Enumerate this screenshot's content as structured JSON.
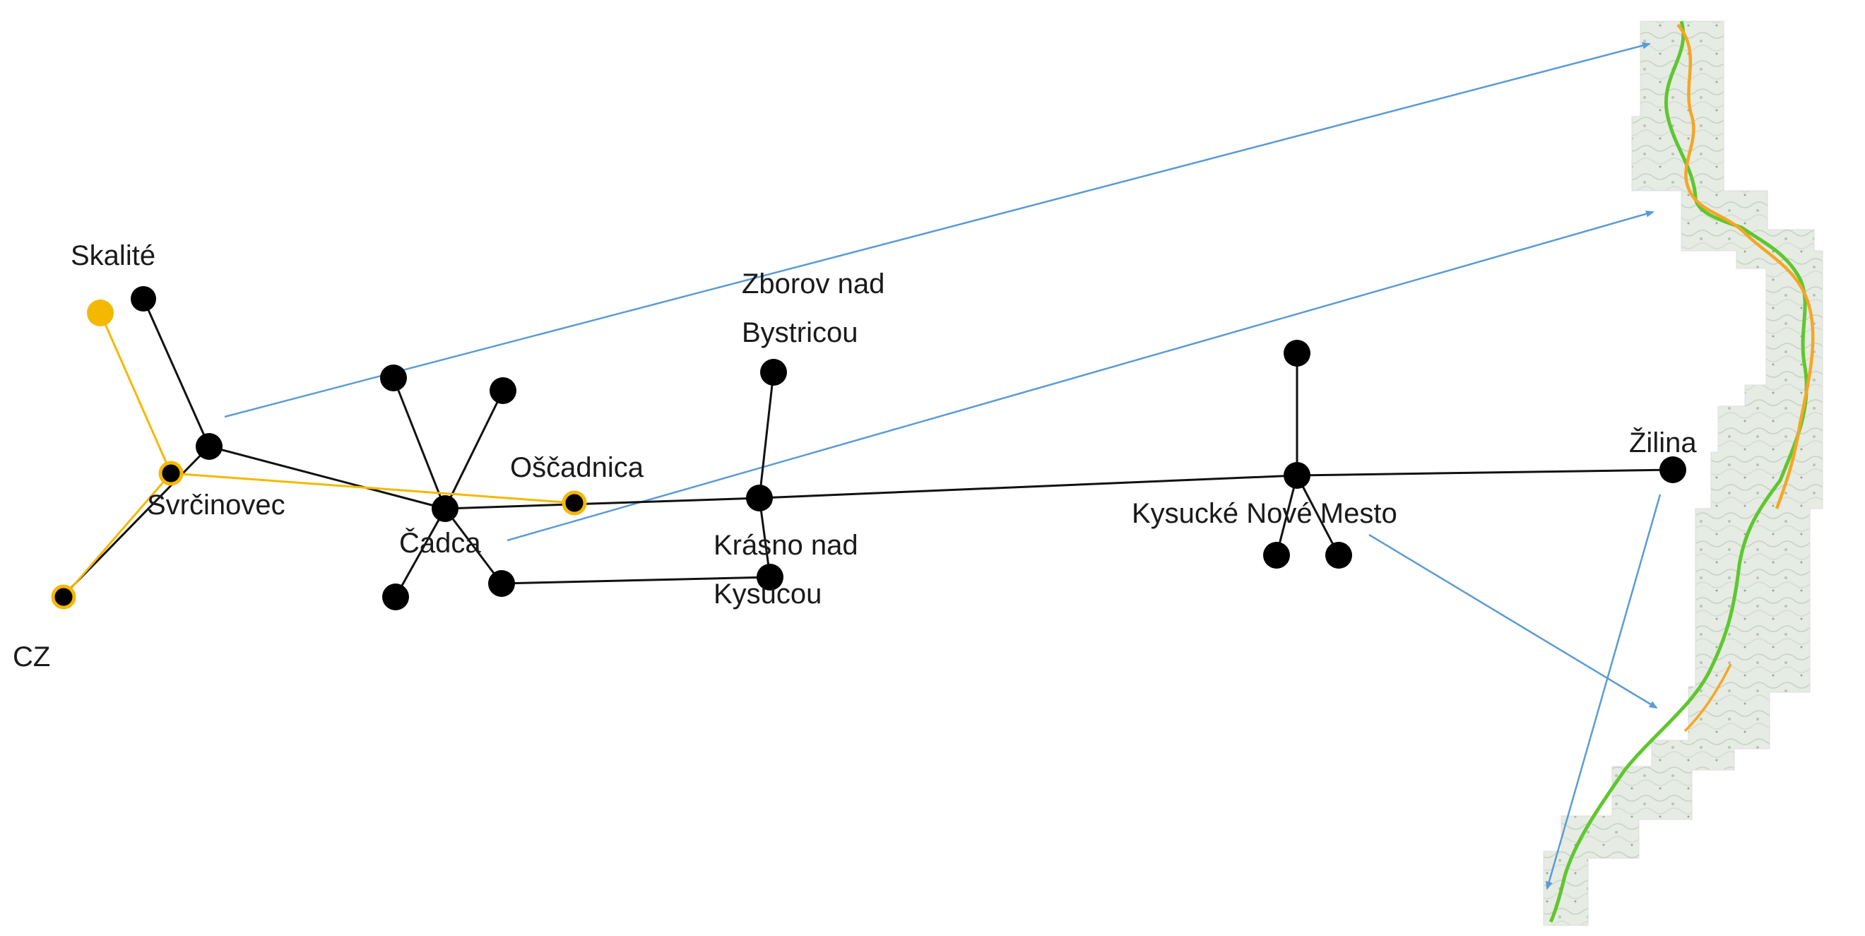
{
  "labels": {
    "skalite": "Skalité",
    "svrcinovec": "Svrčinovec",
    "cz": "CZ",
    "cadca": "Čadca",
    "oscadnica": "Oščadnica",
    "zborov_line1": "Zborov nad",
    "zborov_line2": "Bystricou",
    "krasno_line1": "Krásno nad",
    "krasno_line2": "Kysucou",
    "kysucke": "Kysucké Nové Mesto",
    "zilina": "Žilina"
  },
  "colors": {
    "road_network": "#000000",
    "highlighted_route": "#f5b800",
    "arrows": "#5b9bd5",
    "map_route_green": "#5ec72d",
    "map_route_orange": "#f5a623"
  },
  "map_inset": {
    "icon": "route-map-thumbnail"
  }
}
